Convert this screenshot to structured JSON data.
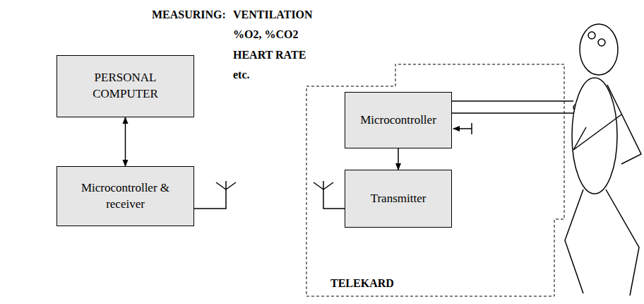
{
  "diagram": {
    "nodes": [
      {
        "text": [
          "PERSONAL COMPUTER"
        ]
      },
      {
        "text": [
          "Microcontroller & receiver"
        ]
      },
      {
        "text": [
          "TELEKARD"
        ]
      },
      {
        "text": [
          "Microcontroller"
        ],
        "in": 2
      },
      {
        "text": [
          "Transmitter"
        ],
        "in": 2
      }
    ],
    "edges": [
      {
        "from": 0,
        "to": 1,
        "arrow": "both"
      },
      {
        "from": 3,
        "to": 4,
        "arrow": "to"
      }
    ],
    "labels": [
      "MEASURING:",
      "VENTILATION",
      "%O2, %CO2",
      "HEART RATE",
      "etc."
    ]
  }
}
